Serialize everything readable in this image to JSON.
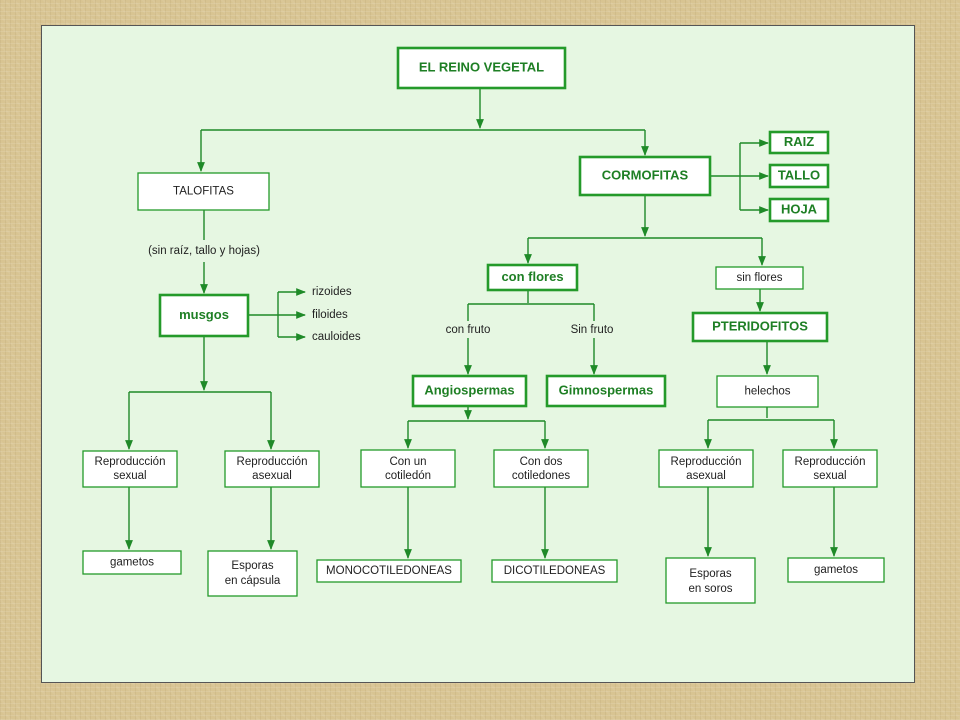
{
  "diagram": {
    "root": "EL REINO VEGETAL",
    "talofitas": {
      "title": "TALOFITAS",
      "note": "(sin raíz, tallo y hojas)",
      "musgos": "musgos",
      "parts": [
        "rizoides",
        "filoides",
        "cauloides"
      ],
      "repro_sexual": [
        "Reproducción",
        "sexual"
      ],
      "repro_asexual": [
        "Reproducción",
        "asexual"
      ],
      "gametos": "gametos",
      "esporas": [
        "Esporas",
        "en cápsula"
      ]
    },
    "cormofitas": {
      "title": "CORMOFITAS",
      "organs": [
        "RAIZ",
        "TALLO",
        "HOJA"
      ],
      "con_flores": {
        "title": "con flores",
        "con_fruto_label": "con fruto",
        "sin_fruto_label": "Sin fruto",
        "angiospermas": "Angiospermas",
        "gimnospermas": "Gimnospermas",
        "un_cotiledon": [
          "Con un",
          "cotiledón"
        ],
        "dos_cotiledones": [
          "Con dos",
          "cotiledones"
        ],
        "monocotiledoneas": "MONOCOTILEDONEAS",
        "dicotiledoneas": "DICOTILEDONEAS"
      },
      "sin_flores": {
        "title": "sin flores",
        "pteridofitos": "PTERIDOFITOS",
        "helechos": "helechos",
        "repro_asexual": [
          "Reproducción",
          "asexual"
        ],
        "repro_sexual": [
          "Reproducción",
          "sexual"
        ],
        "esporas": [
          "Esporas",
          "en soros"
        ],
        "gametos": "gametos"
      }
    }
  },
  "colors": {
    "border_green": "#249a2a",
    "text_green": "#1e7f24",
    "panel_bg": "#e6f7e2",
    "frame_bg": "#d8c492"
  }
}
